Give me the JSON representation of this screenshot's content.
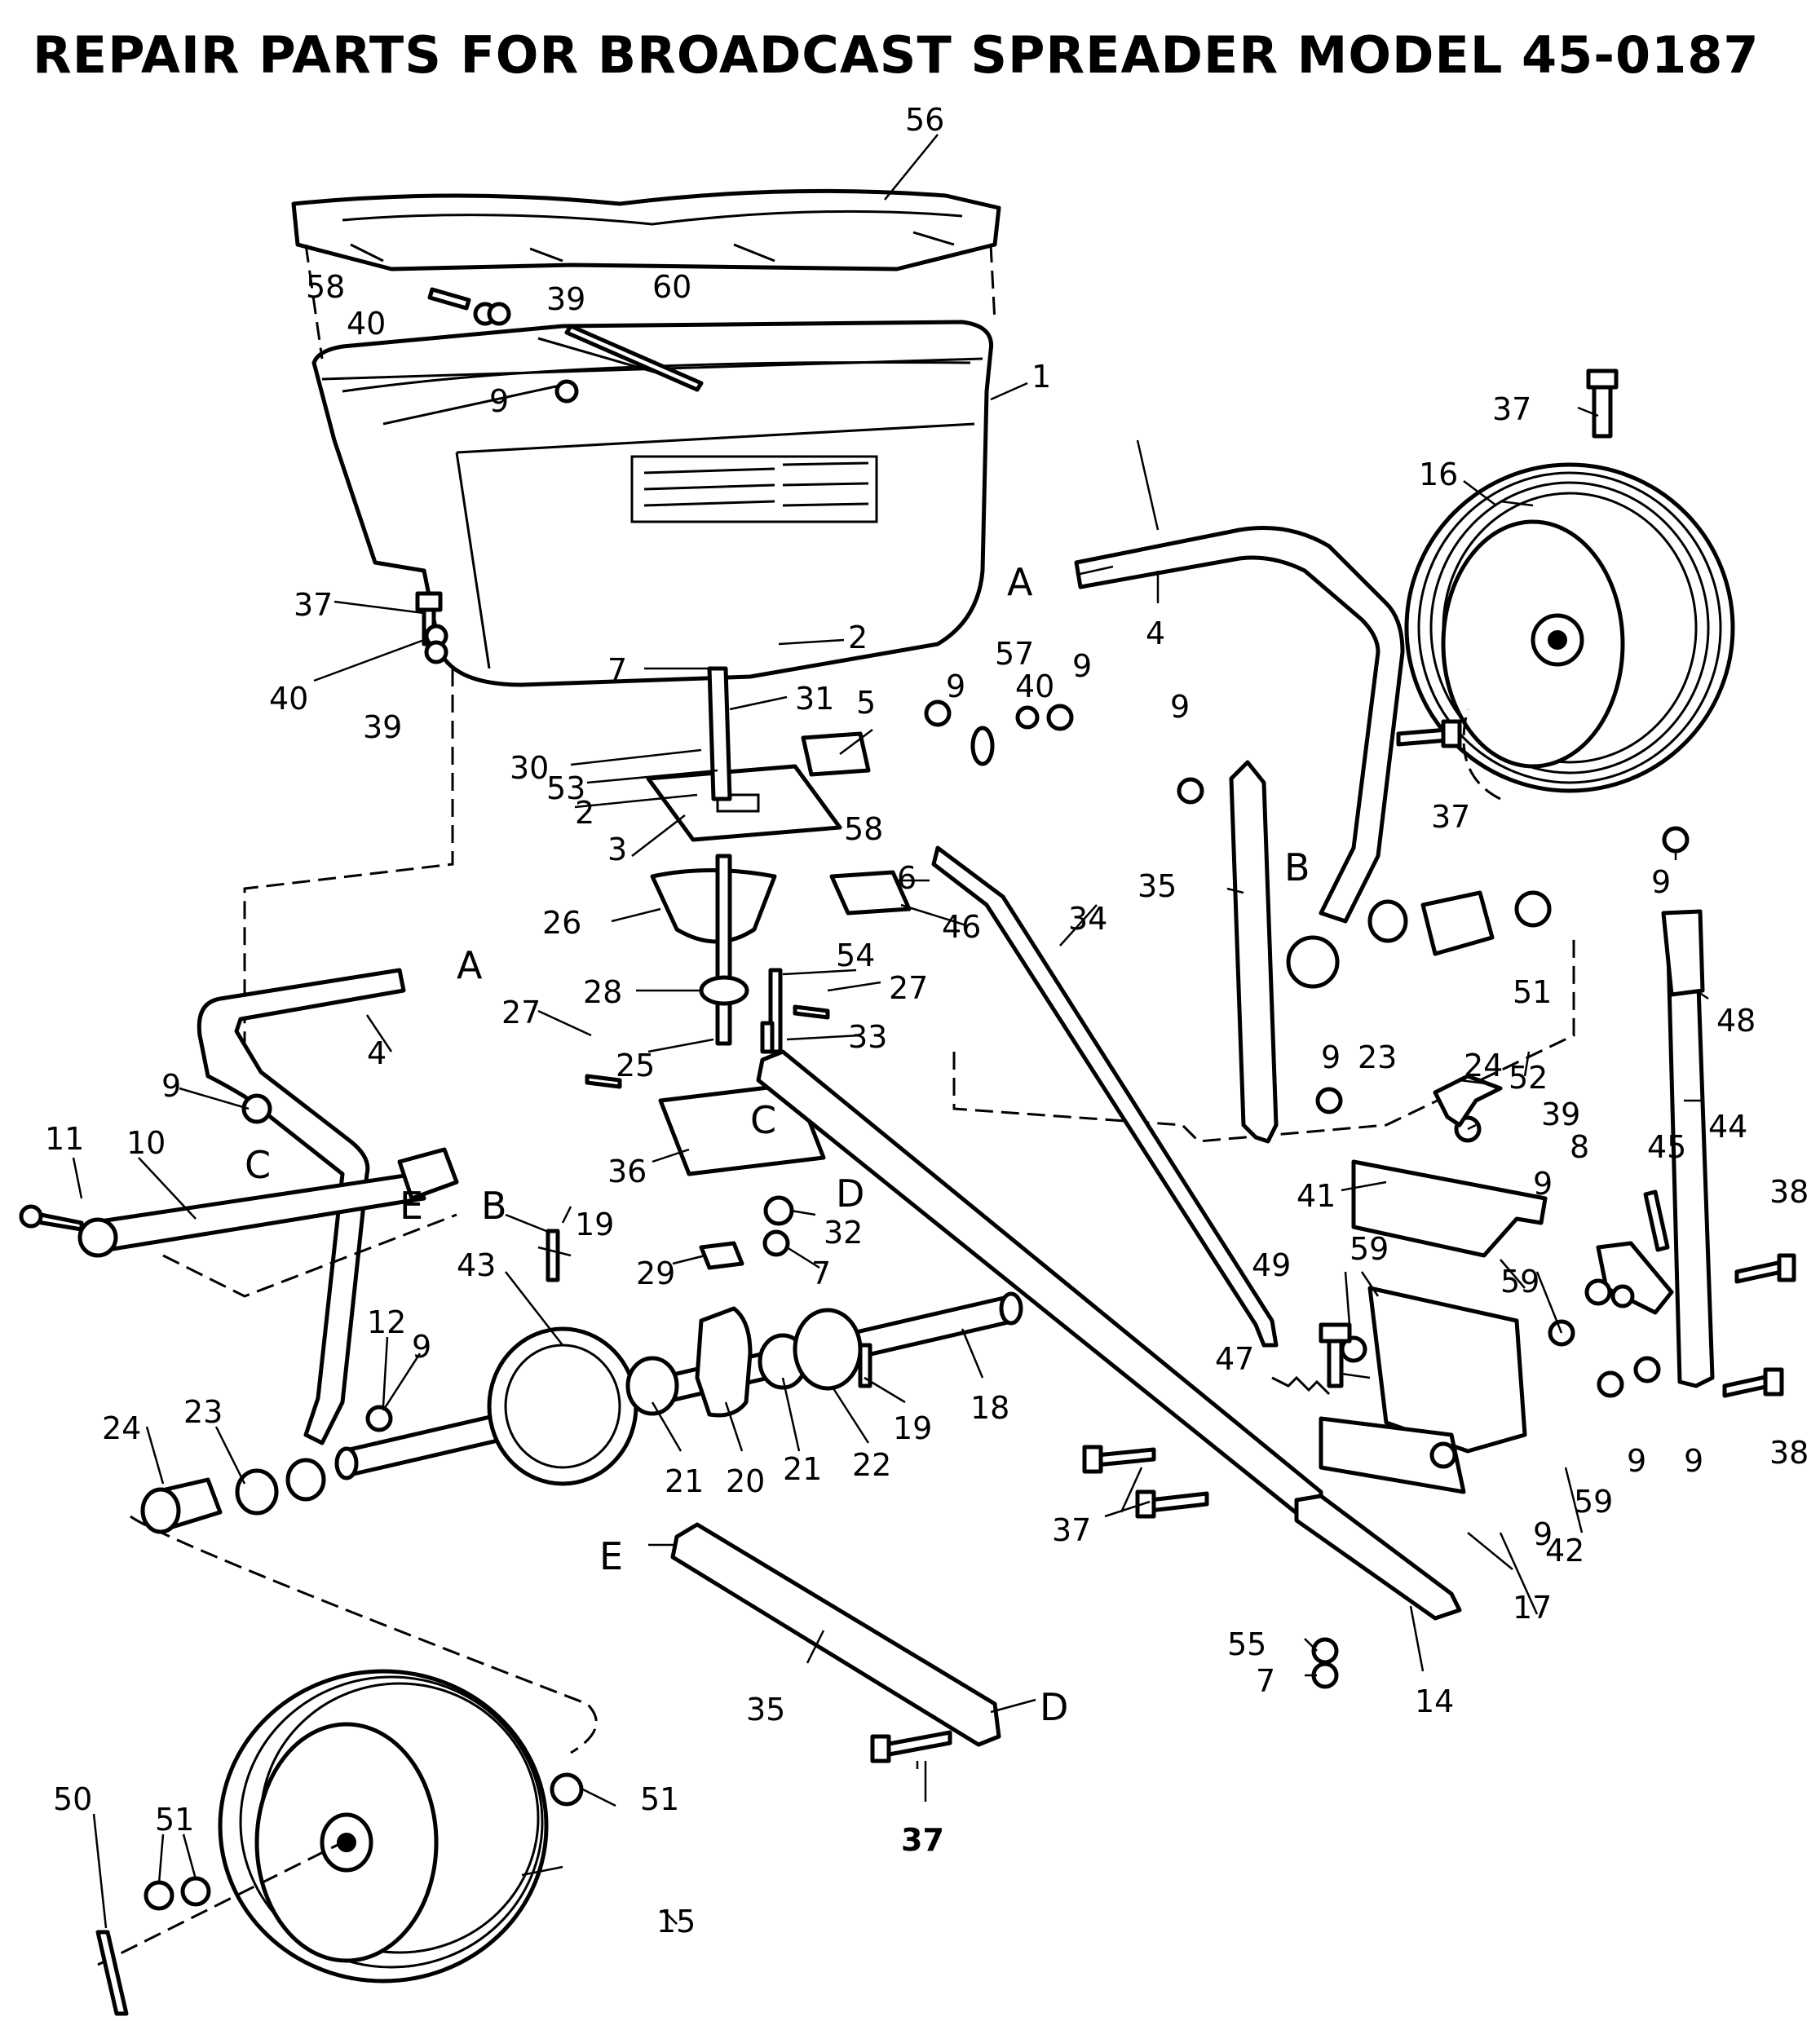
{
  "title": "REPAIR PARTS FOR BROADCAST SPREADER MODEL 45-0187",
  "connector_letters": [
    "A",
    "B",
    "C",
    "D",
    "E"
  ],
  "callouts": [
    "1",
    "2",
    "3",
    "4",
    "5",
    "6",
    "7",
    "8",
    "9",
    "10",
    "11",
    "12",
    "14",
    "15",
    "16",
    "17",
    "18",
    "19",
    "20",
    "21",
    "22",
    "23",
    "24",
    "25",
    "26",
    "27",
    "28",
    "29",
    "30",
    "31",
    "32",
    "33",
    "34",
    "35",
    "36",
    "37",
    "38",
    "39",
    "40",
    "41",
    "42",
    "43",
    "44",
    "45",
    "46",
    "47",
    "48",
    "49",
    "50",
    "51",
    "52",
    "53",
    "54",
    "55",
    "56",
    "57",
    "58",
    "59",
    "60"
  ]
}
